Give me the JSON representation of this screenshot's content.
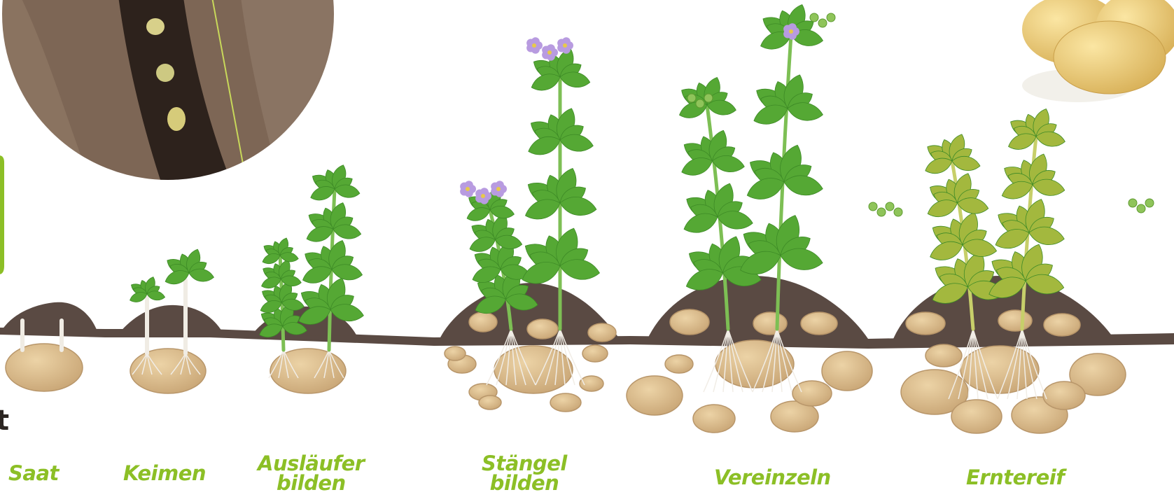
{
  "diagram": {
    "cut_letter": "t",
    "stages": [
      {
        "id": "saat",
        "lines": [
          "Saat"
        ]
      },
      {
        "id": "keimen",
        "lines": [
          "Keimen"
        ]
      },
      {
        "id": "auslaeufer",
        "lines": [
          "Ausläufer",
          "bilden"
        ]
      },
      {
        "id": "staengel",
        "lines": [
          "Stängel",
          "bilden"
        ]
      },
      {
        "id": "vereinzeln",
        "lines": [
          "Vereinzeln"
        ]
      },
      {
        "id": "erntereif",
        "lines": [
          "Erntereif"
        ]
      }
    ]
  },
  "colors": {
    "label_green": "#8cbf26",
    "leaf": "#55a834",
    "leaf_dark": "#3d8a26",
    "leaf_mature": "#a3b83e",
    "stem": "#7dbf54",
    "soil": "#5a4a43",
    "tuber": "#d1b389",
    "tuber_dark": "#b8966a",
    "flower": "#b89be0",
    "photo_soil": "#6b5545"
  }
}
